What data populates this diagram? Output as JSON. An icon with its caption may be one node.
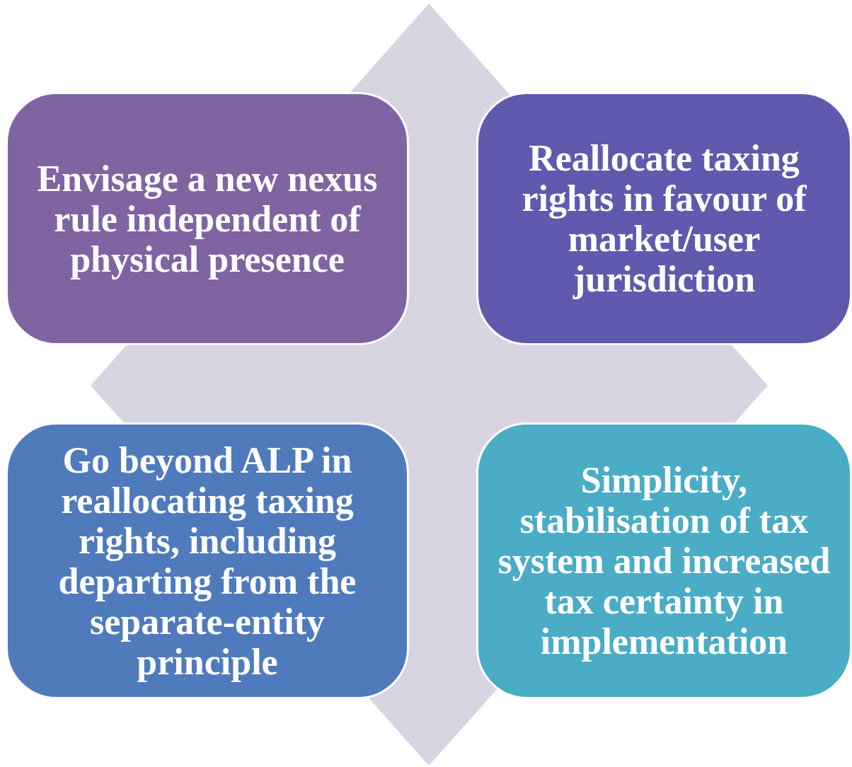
{
  "diagram": {
    "nodes": [
      {
        "text": [
          "Envisage a new nexus rule independent of physical presence"
        ]
      },
      {
        "text": [
          "Reallocate taxing rights in favour of market/user jurisdiction"
        ]
      },
      {
        "text": [
          "Go beyond ALP in reallocating taxing rights, including departing from the separate-entity principle"
        ]
      },
      {
        "text": [
          "Simplicity, stabilisation of tax system and increased tax certainty in implementation"
        ]
      }
    ]
  }
}
